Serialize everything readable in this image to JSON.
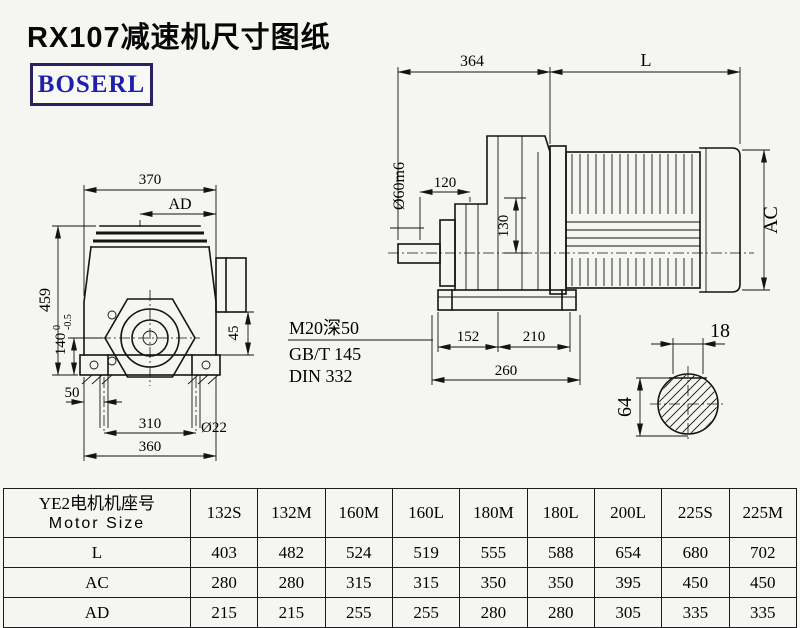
{
  "page": {
    "title": "RX107减速机尺寸图纸",
    "logo": "BOSERL"
  },
  "front": {
    "d370": "370",
    "dAD": "AD",
    "d459": "459",
    "d140": "140",
    "tol_hi": "0",
    "tol_lo": "-0.5",
    "d45": "45",
    "d50": "50",
    "d310": "310",
    "d360": "360",
    "d22": "Ø22"
  },
  "side": {
    "d364": "364",
    "dL": "L",
    "shaft": "Ø60m6",
    "d120": "120",
    "d130": "130",
    "dAC": "AC",
    "d152": "152",
    "d210": "210",
    "d260": "260",
    "note1": "M20深50",
    "note2": "GB/T 145",
    "note3": "DIN 332"
  },
  "endview": {
    "d18": "18",
    "d64": "64"
  },
  "table": {
    "header_cn": "YE2电机机座号",
    "header_en": "Motor Size",
    "columns": [
      "132S",
      "132M",
      "160M",
      "160L",
      "180M",
      "180L",
      "200L",
      "225S",
      "225M"
    ],
    "rows": [
      {
        "label": "L",
        "values": [
          "403",
          "482",
          "524",
          "519",
          "555",
          "588",
          "654",
          "680",
          "702"
        ]
      },
      {
        "label": "AC",
        "values": [
          "280",
          "280",
          "315",
          "315",
          "350",
          "350",
          "395",
          "450",
          "450"
        ]
      },
      {
        "label": "AD",
        "values": [
          "215",
          "215",
          "255",
          "255",
          "280",
          "280",
          "305",
          "335",
          "335"
        ]
      }
    ]
  }
}
